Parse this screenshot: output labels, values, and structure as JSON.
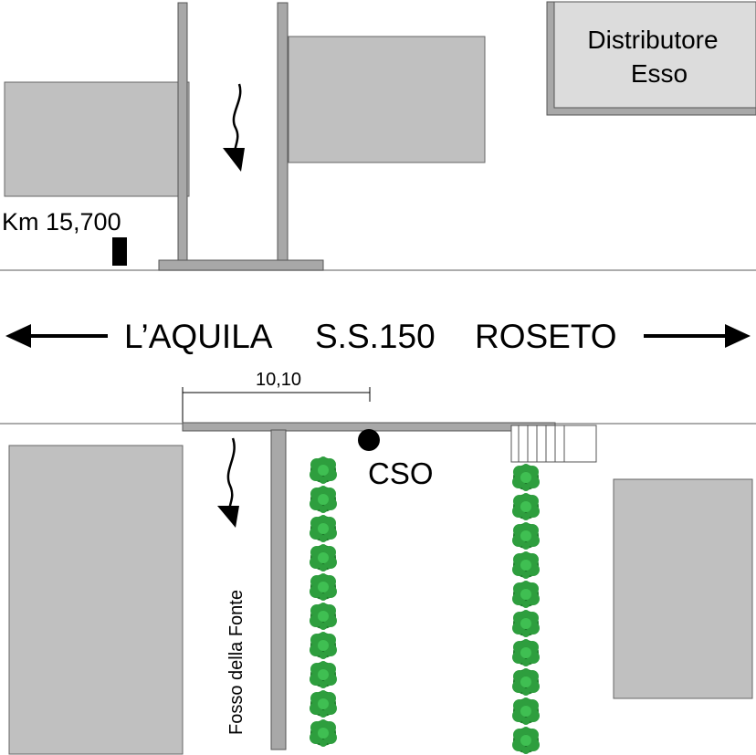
{
  "map": {
    "road": {
      "left_destination": "L’AQUILA",
      "road_name": "S.S.150",
      "right_destination": "ROSETO"
    },
    "landmarks": {
      "distributor_line1": "Distributore",
      "distributor_line2": "Esso",
      "km_marker": "Km 15,700",
      "cso_label": "CSO",
      "channel_label": "Fosso della Fonte",
      "dimension_label": "10,10"
    },
    "colors": {
      "building_fill": "#c0c0c0",
      "wall_fill": "#a8a8a8",
      "outline": "#555555",
      "road_line": "#909090",
      "tree_green": "#2e9e3e",
      "tree_dark": "#1f7a2c",
      "text": "#000000"
    },
    "icons": {
      "flow_arrow": "curved-arrow-down-icon",
      "direction_arrow": "long-arrow-icon",
      "tree": "tree-canopy-icon",
      "point": "filled-circle-icon",
      "marker": "km-post-icon"
    }
  }
}
